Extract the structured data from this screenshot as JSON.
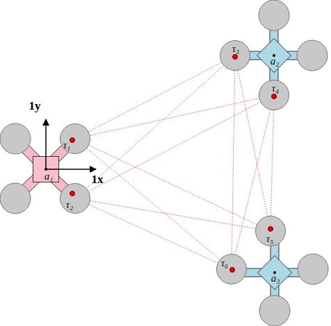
{
  "diagram": {
    "nodes": [
      {
        "text": [
          "a₁"
        ]
      },
      {
        "text": [
          "τ₁"
        ]
      },
      {
        "text": [
          "τ₂"
        ]
      },
      {
        "text": [
          "a₂"
        ]
      },
      {
        "text": [
          "τ₃"
        ]
      },
      {
        "text": [
          "τ₄"
        ]
      },
      {
        "text": [
          "a₃"
        ]
      },
      {
        "text": [
          "τ₅"
        ]
      },
      {
        "text": [
          "τ₆"
        ]
      }
    ],
    "edges": [
      {
        "from": 1,
        "to": 4,
        "arrow": "none"
      },
      {
        "from": 1,
        "to": 5,
        "arrow": "none"
      },
      {
        "from": 1,
        "to": 7,
        "arrow": "none"
      },
      {
        "from": 1,
        "to": 8,
        "arrow": "none"
      },
      {
        "from": 2,
        "to": 4,
        "arrow": "none"
      },
      {
        "from": 2,
        "to": 5,
        "arrow": "none"
      },
      {
        "from": 2,
        "to": 7,
        "arrow": "none"
      },
      {
        "from": 2,
        "to": 8,
        "arrow": "none"
      },
      {
        "from": 4,
        "to": 7,
        "arrow": "none"
      },
      {
        "from": 4,
        "to": 8,
        "arrow": "none"
      },
      {
        "from": 5,
        "to": 7,
        "arrow": "none"
      },
      {
        "from": 5,
        "to": 8,
        "arrow": "none"
      }
    ],
    "labels": [
      "1y",
      "1x"
    ]
  }
}
